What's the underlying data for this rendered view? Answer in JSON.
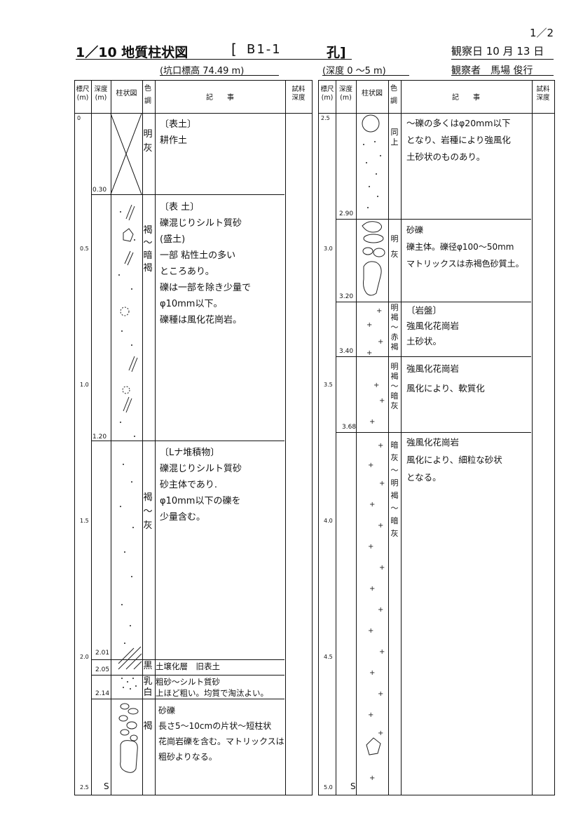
{
  "page_number": "1／2",
  "header": {
    "title": "1／10 地質柱状図",
    "bracket_open": "[",
    "borehole": "B1-1",
    "bracket_close": "孔]",
    "elevation": "(坑口標高 74.49 m)",
    "depth_range": "(深度 0 ～5 m)",
    "observed_date": "観察日 10 月 13 日",
    "observer": "観察者　馬場 俊行"
  },
  "columns": {
    "scale": "標尺\n(m)",
    "depth": "深度\n(m)",
    "column": "柱状図",
    "color": "色\n調",
    "description": "記　　事",
    "sample": "試料\n深度"
  },
  "left_panel": {
    "scale_ticks": [
      "0",
      "0.5",
      "1.0",
      "1.5",
      "2.0",
      "2.5"
    ],
    "layers": [
      {
        "depth": "0.30",
        "color": "明\n灰",
        "lines": [
          "〔表土〕",
          "耕作土"
        ]
      },
      {
        "depth": "1.20",
        "color": "褐\n～\n暗\n褐",
        "lines": [
          "〔表 土〕",
          "礫混じりシルト質砂",
          "(盛土)",
          "一部 粘性土の多い",
          "ところあり。",
          "礫は一部を除き少量で",
          "φ10mm以下。",
          "礫種は風化花崗岩。"
        ]
      },
      {
        "depth": "2.01",
        "color": "褐\n～\n灰",
        "lines": [
          "〔Lナ堆積物〕",
          "礫混じりシルト質砂",
          "砂主体であり.",
          "φ10mm以下の礫を",
          "少量含む。"
        ]
      },
      {
        "depth": "2.05",
        "color": "黒",
        "lines": [
          "土壌化層　旧表土"
        ]
      },
      {
        "depth": "2.14",
        "color": "乳\n白",
        "lines": [
          "粗砂～シルト質砂",
          "上ほど粗い。均質で淘汰よい。"
        ]
      },
      {
        "depth": "",
        "color": "褐",
        "lines": [
          "砂礫",
          "長さ5～10cmの片状～短柱状",
          "花崗岩礫を含む。マトリックスは",
          "粗砂よりなる。"
        ]
      }
    ],
    "bottom_depth": "S"
  },
  "right_panel": {
    "scale_ticks": [
      "2.5",
      "3.0",
      "3.5",
      "4.0",
      "4.5",
      "5.0"
    ],
    "layers": [
      {
        "depth": "2.90",
        "color": "同\n上",
        "lines": [
          "～礫の多くはφ20mm以下",
          "となり、岩種により強風化",
          "土砂状のものあり。"
        ]
      },
      {
        "depth": "3.20",
        "color": "明\n灰",
        "lines": [
          "砂礫",
          "礫主体。礫径φ100～50mm",
          "マトリックスは赤褐色砂質土。"
        ]
      },
      {
        "depth": "3.40",
        "color": "明\n褐\n～\n赤\n褐",
        "lines": [
          "〔岩盤〕",
          "強風化花崗岩",
          "土砂状。"
        ]
      },
      {
        "depth": "3.68",
        "color": "明\n褐\n～\n暗\n灰",
        "lines": [
          "強風化花崗岩",
          "風化により、軟質化"
        ]
      },
      {
        "depth": "",
        "color": "暗\n灰\n～\n明\n褐\n～\n暗\n灰",
        "lines": [
          "強風化花崗岩",
          "風化により、細粒な砂状",
          "となる。"
        ]
      }
    ],
    "bottom_depth": "S"
  }
}
